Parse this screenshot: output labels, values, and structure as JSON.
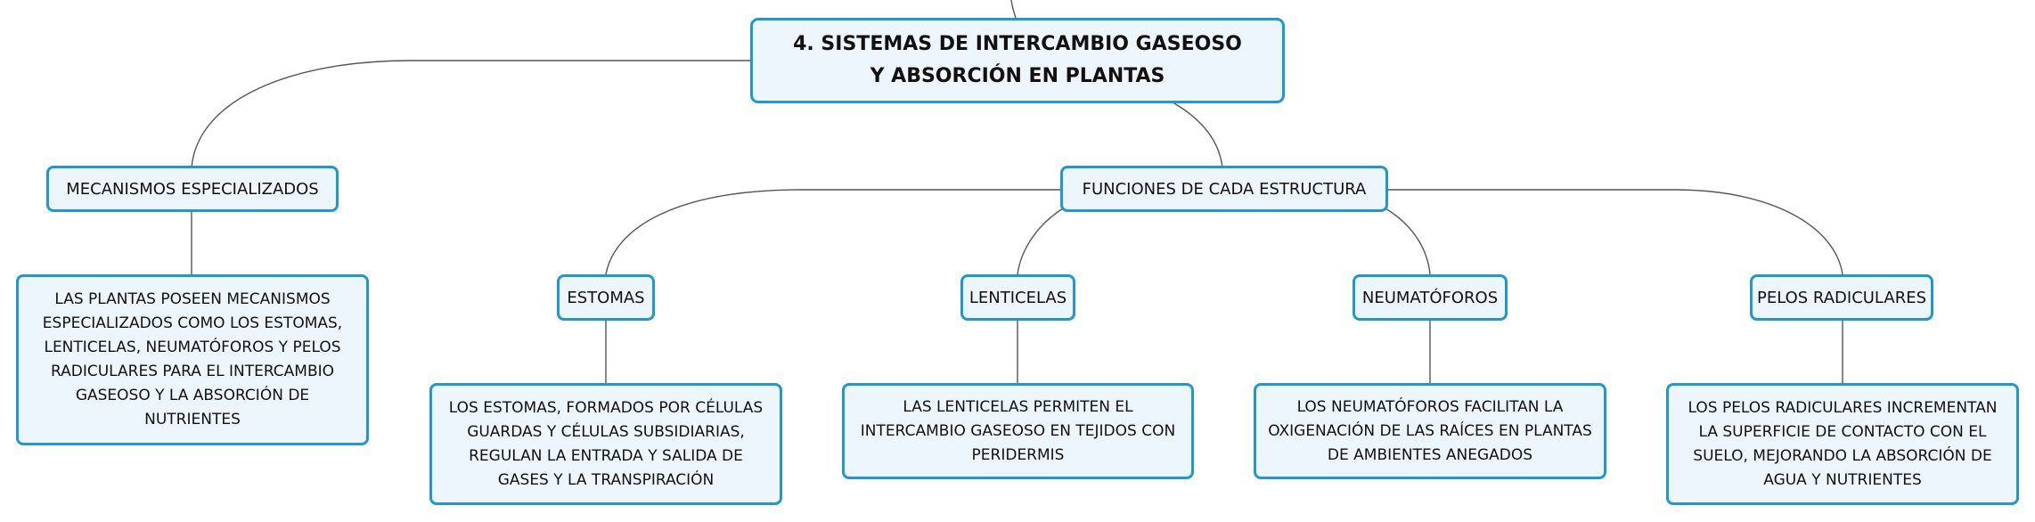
{
  "root": {
    "label": "4. SISTEMAS DE INTERCAMBIO GASEOSO Y ABSORCIÓN EN PLANTAS"
  },
  "mecanismos": {
    "label": "MECANISMOS ESPECIALIZADOS",
    "description": "LAS PLANTAS POSEEN MECANISMOS ESPECIALIZADOS COMO LOS ESTOMAS, LENTICELAS, NEUMATÓFOROS Y PELOS RADICULARES PARA EL INTERCAMBIO GASEOSO Y LA ABSORCIÓN DE NUTRIENTES"
  },
  "funciones": {
    "label": "FUNCIONES DE CADA ESTRUCTURA",
    "children": [
      {
        "label": "ESTOMAS",
        "description": "LOS ESTOMAS, FORMADOS POR CÉLULAS GUARDAS Y CÉLULAS SUBSIDIARIAS, REGULAN LA ENTRADA Y SALIDA DE GASES Y LA TRANSPIRACIÓN"
      },
      {
        "label": "LENTICELAS",
        "description": "LAS LENTICELAS PERMITEN EL INTERCAMBIO GASEOSO EN TEJIDOS CON PERIDERMIS"
      },
      {
        "label": "NEUMATÓFOROS",
        "description": "LOS NEUMATÓFOROS FACILITAN LA OXIGENACIÓN DE LAS RAÍCES EN PLANTAS DE AMBIENTES ANEGADOS"
      },
      {
        "label": "PELOS RADICULARES",
        "description": "LOS PELOS RADICULARES INCREMENTAN LA SUPERFICIE DE CONTACTO CON EL SUELO, MEJORANDO LA ABSORCIÓN DE AGUA Y NUTRIENTES"
      }
    ]
  },
  "colors": {
    "node_border": "#2196d3",
    "node_fill": "#eef6fd",
    "connector": "#555555"
  }
}
